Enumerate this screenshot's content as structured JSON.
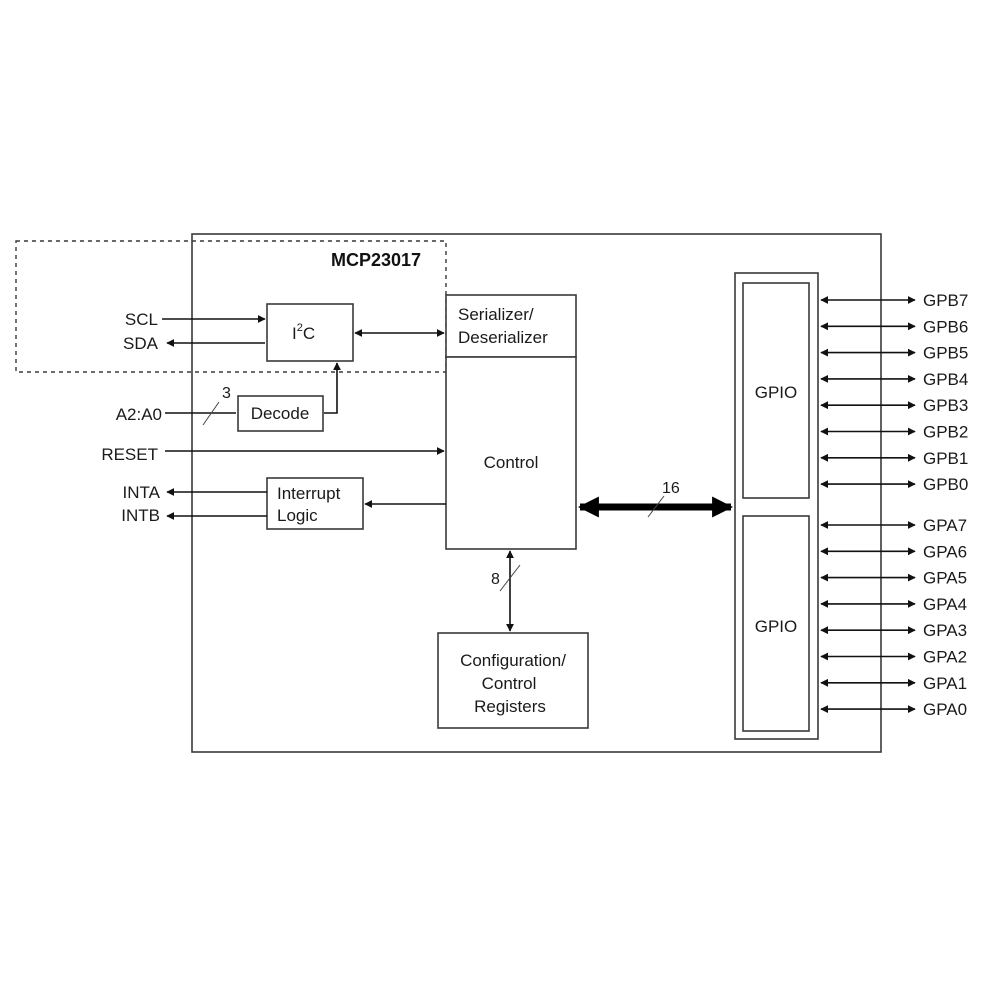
{
  "chip": {
    "name": "MCP23017"
  },
  "blocks": {
    "i2c": {
      "main": "I",
      "sup": "2",
      "tail": "C"
    },
    "serializer": {
      "line1": "Serializer/",
      "line2": "Deserializer"
    },
    "decode": {
      "label": "Decode"
    },
    "control": {
      "label": "Control"
    },
    "interrupt": {
      "line1": "Interrupt",
      "line2": "Logic"
    },
    "config": {
      "line1": "Configuration/",
      "line2": "Control",
      "line3": "Registers"
    },
    "gpio_b": {
      "label": "GPIO"
    },
    "gpio_a": {
      "label": "GPIO"
    }
  },
  "signals": {
    "scl": "SCL",
    "sda": "SDA",
    "a2a0": "A2:A0",
    "reset": "RESET",
    "inta": "INTA",
    "intb": "INTB"
  },
  "bus_widths": {
    "address": "3",
    "internal": "16",
    "config": "8"
  },
  "port_b": [
    "GPB7",
    "GPB6",
    "GPB5",
    "GPB4",
    "GPB3",
    "GPB2",
    "GPB1",
    "GPB0"
  ],
  "port_a": [
    "GPA7",
    "GPA6",
    "GPA5",
    "GPA4",
    "GPA3",
    "GPA2",
    "GPA1",
    "GPA0"
  ]
}
